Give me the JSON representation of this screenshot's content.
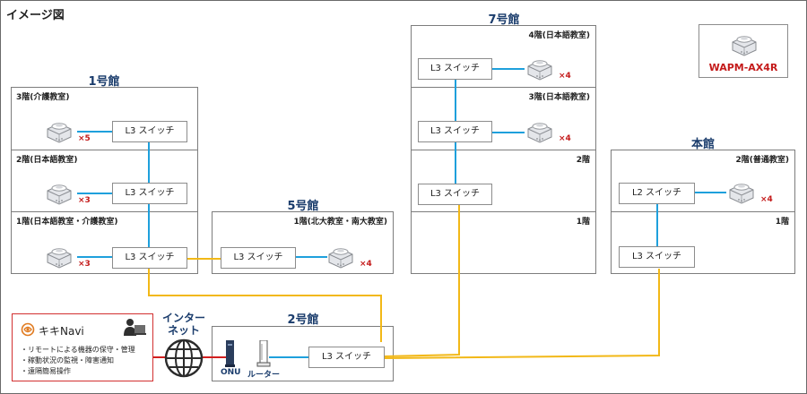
{
  "page_title": "イメージ図",
  "legend": {
    "label": "WAPM-AX4R",
    "icon": "wireless-access-point-icon"
  },
  "building1": {
    "title": "1号館",
    "floors": [
      {
        "label": "3階(介護教室)",
        "switch": "L3 スイッチ",
        "ap_count": "×5"
      },
      {
        "label": "2階(日本語教室)",
        "switch": "L3 スイッチ",
        "ap_count": "×3"
      },
      {
        "label": "1階(日本語教室・介護教室)",
        "switch": "L3 スイッチ",
        "ap_count": "×3"
      }
    ]
  },
  "building5": {
    "title": "5号館",
    "floor_label": "1階(北大教室・南大教室)",
    "switch": "L3 スイッチ",
    "ap_count": "×4"
  },
  "building7": {
    "title": "7号館",
    "floors": [
      {
        "label": "4階(日本語教室)",
        "switch": "L3 スイッチ",
        "ap_count": "×4"
      },
      {
        "label": "3階(日本語教室)",
        "switch": "L3 スイッチ",
        "ap_count": "×4"
      },
      {
        "label": "2階",
        "switch": "L3 スイッチ"
      },
      {
        "label": "1階"
      }
    ]
  },
  "main_building": {
    "title": "本館",
    "floors": [
      {
        "label": "2階(普通教室)",
        "switch": "L2 スイッチ",
        "ap_count": "×4"
      },
      {
        "label": "1階",
        "switch": "L3 スイッチ"
      }
    ]
  },
  "building2": {
    "title": "2号館",
    "onu": "ONU",
    "router": "ルーター",
    "switch": "L3 スイッチ"
  },
  "internet": {
    "line1": "インター",
    "line2": "ネット"
  },
  "kikinavi": {
    "name": "キキNavi",
    "features": [
      "・リモートによる機器の保守・管理",
      "・稼動状況の監視・障害通知",
      "・遠隔簡易操作"
    ]
  },
  "colors": {
    "lan": "#1ea0dc",
    "trunk": "#f2b817",
    "wan": "#d21e1e",
    "title": "#1a3c6c",
    "ap_count": "#c41a1a"
  }
}
